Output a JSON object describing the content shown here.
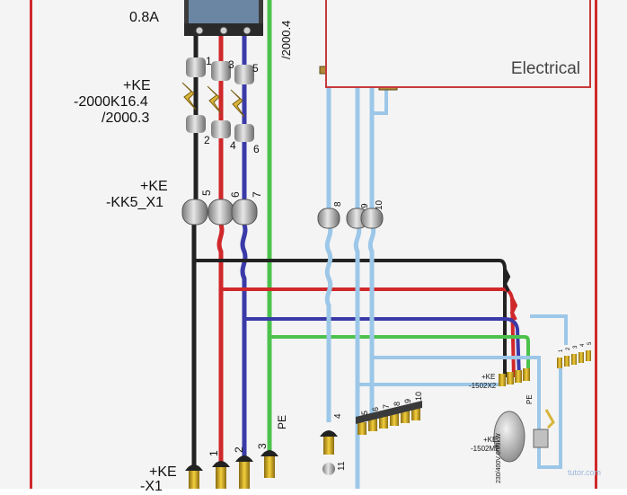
{
  "title": "Electrical",
  "labels": {
    "current": "0.8A",
    "cross_ref_top": "/2000.4",
    "breaker_ref_1": "+KE",
    "breaker_ref_2": "-2000K16.4",
    "breaker_ref_3": "/2000.3",
    "terminal_ref_1": "+KE",
    "terminal_ref_2": "-KK5_X1",
    "bottom_ref_1": "+KE",
    "bottom_ref_2": "-X1",
    "pe": "PE",
    "pe_small": "PE",
    "motor_ref_1": "+KE",
    "motor_ref_2": "-1502M2",
    "motor_rating": "230/400V 0.09kW",
    "terminal_block_ref_1": "+KE",
    "terminal_block_ref_2": "-1502X2"
  },
  "numbers": {
    "breaker_top": [
      "1",
      "3",
      "5"
    ],
    "breaker_bottom": [
      "2",
      "4",
      "6"
    ],
    "terminal_row": [
      "5",
      "6",
      "7"
    ],
    "right_terminals": [
      "8",
      "9",
      "10"
    ],
    "bottom_terminals": [
      "1",
      "2",
      "3"
    ],
    "low_terminal": "4",
    "low_terminal_2": "11",
    "block_row": [
      "5",
      "6",
      "7",
      "8",
      "9",
      "10"
    ],
    "small_block_row": [
      "1",
      "2",
      "3",
      "4",
      "5"
    ]
  },
  "watermark": "tutor.com",
  "colors": {
    "frame": "#d0282a",
    "black_wire": "#222222",
    "red_wire": "#d0282a",
    "blue_wire": "#3a3aa8",
    "green_wire": "#4cc24c",
    "light_blue_wire": "#9cc7e8",
    "breaker": "#d8b43a",
    "terminal": "#d9b227",
    "connector": "#a8a8a8"
  }
}
